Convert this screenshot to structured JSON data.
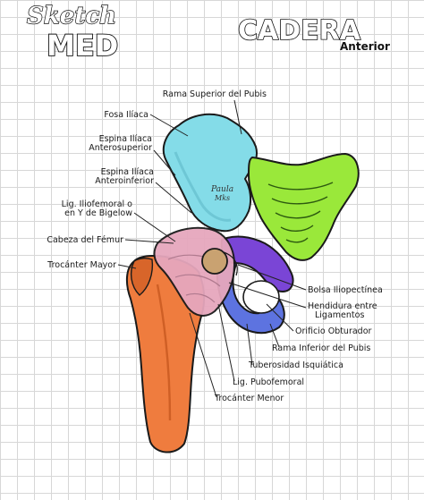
{
  "brand": {
    "line1": "Sketch",
    "line2": "MED"
  },
  "title": {
    "main": "CADERA",
    "sub": "Anterior"
  },
  "signature": {
    "line1": "Paula",
    "line2": "Mks"
  },
  "colors": {
    "ilium": "#84dce8",
    "sacrum": "#9ae83a",
    "femur_head": "#e6a7bd",
    "femur_shaft": "#ef7c3e",
    "pubis": "#7a45d6",
    "ischium": "#5d73e0",
    "ligament": "#cfa6b6",
    "outline": "#1a1a1a"
  },
  "labels": {
    "rama_superior_pubis": "Rama Superior del Pubis",
    "fosa_iliaca": "Fosa Ilíaca",
    "espina_anterosuperior_1": "Espina Ilíaca",
    "espina_anterosuperior_2": "Anterosuperior",
    "espina_anteroinferior_1": "Espina Ilíaca",
    "espina_anteroinferior_2": "Anteroinferior",
    "lig_iliofemoral_1": "Lig. Iliofemoral o",
    "lig_iliofemoral_2": "en Y de Bigelow",
    "cabeza_femur": "Cabeza del Fémur",
    "trocanter_mayor": "Trocánter Mayor",
    "bolsa_iliopectinea": "Bolsa Iliopectínea",
    "hendidura_1": "Hendidura entre",
    "hendidura_2": "Ligamentos",
    "orificio_obturador": "Orificio Obturador",
    "rama_inferior_pubis": "Rama Inferior del Pubis",
    "tuberosidad_isquiatica": "Tuberosidad Isquiática",
    "lig_pubofemoral": "Lig. Pubofemoral",
    "trocanter_menor": "Trocánter Menor"
  }
}
